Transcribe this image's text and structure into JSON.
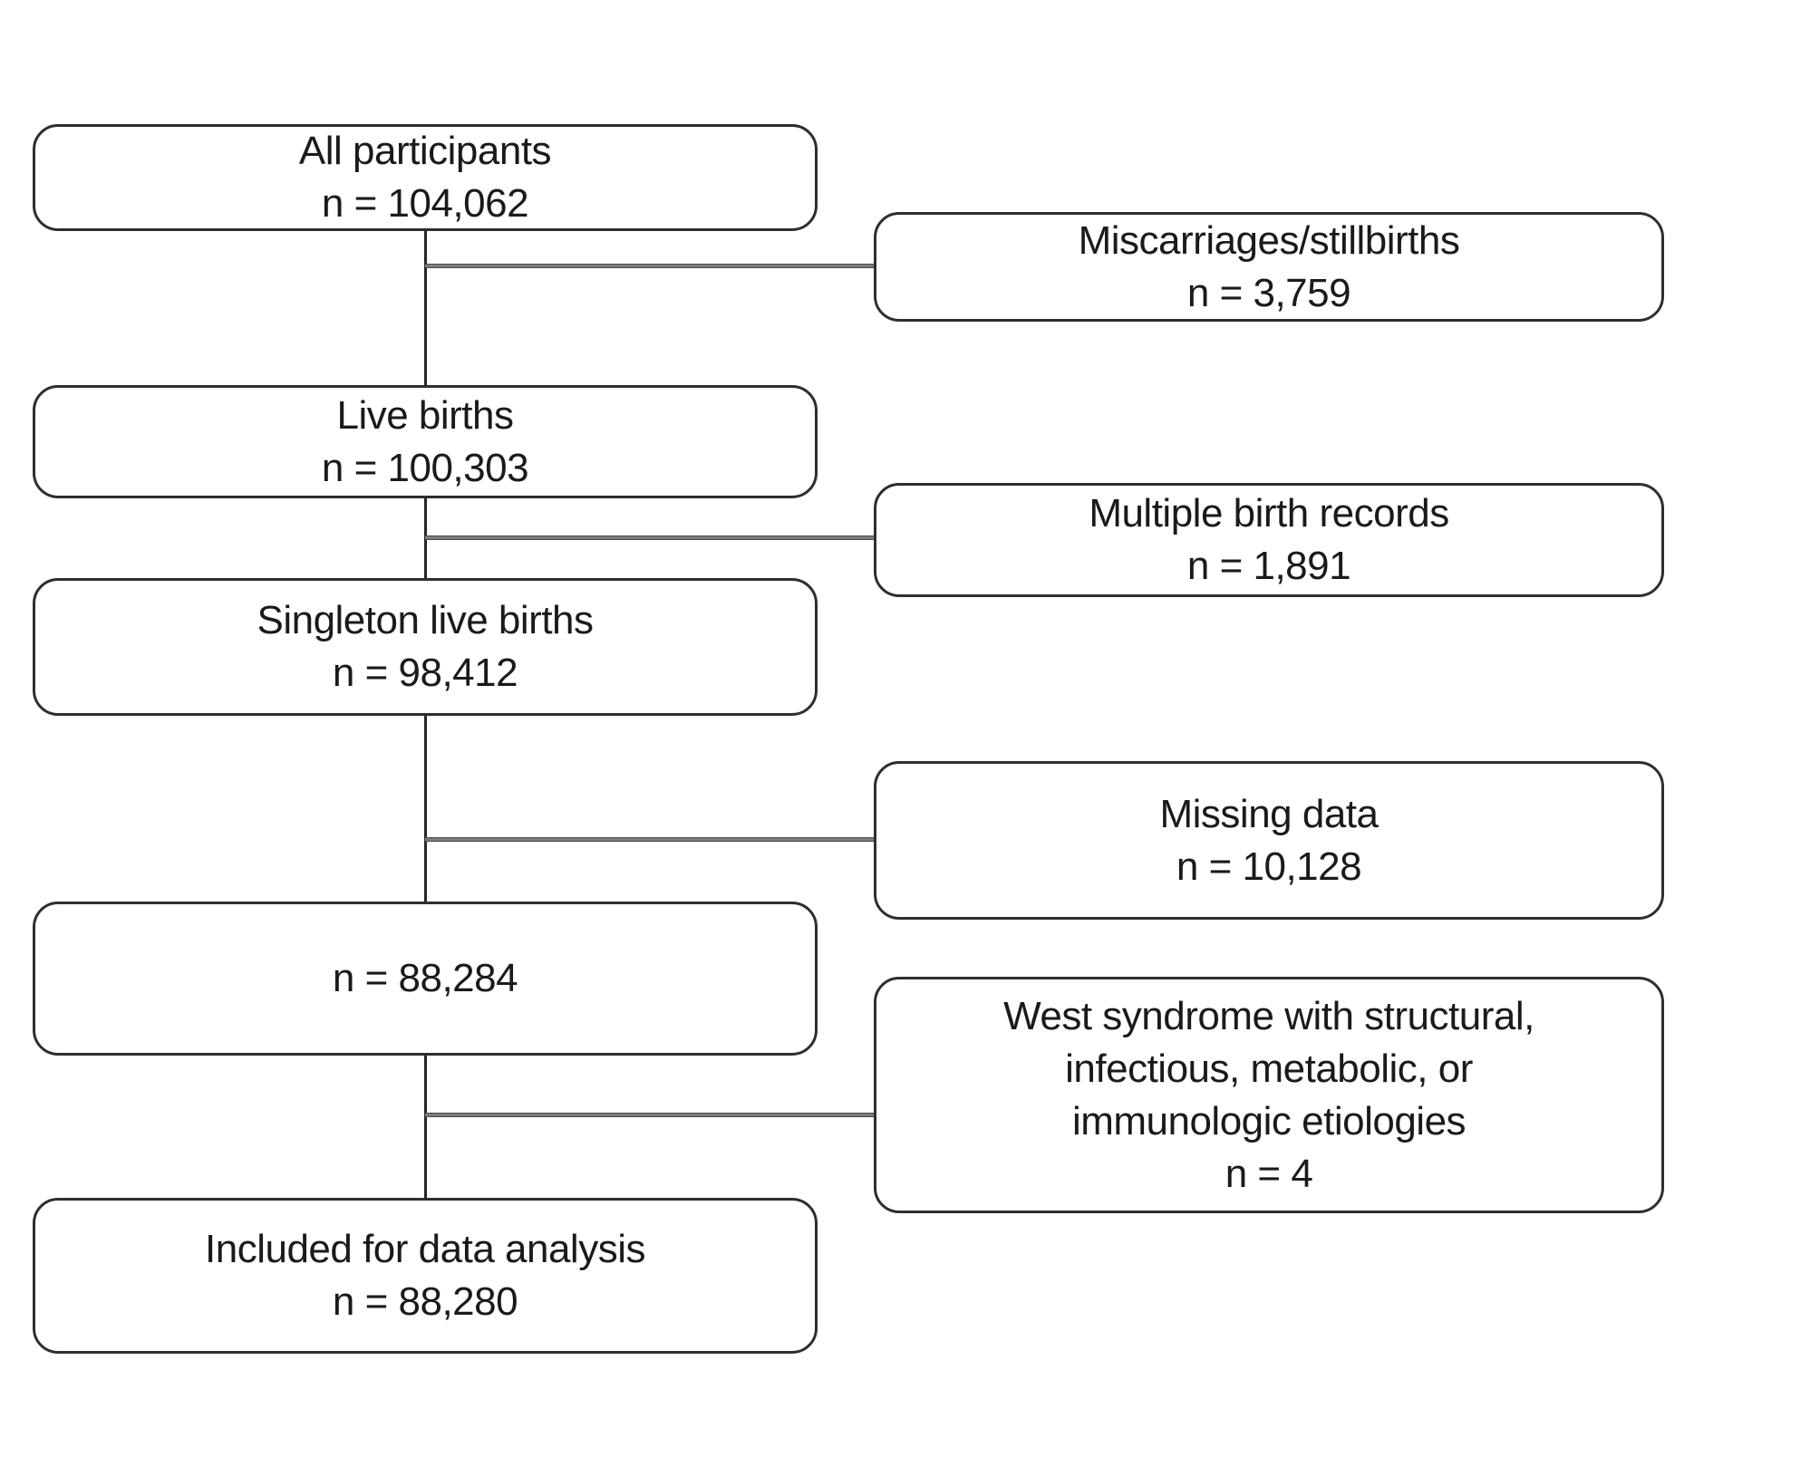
{
  "diagram": {
    "type": "participant-flow-diagram",
    "colors": {
      "background": "#ffffff",
      "box_border": "#2e2e2e",
      "text": "#1a1a1a",
      "vertical_line": "#262626",
      "branch_line": "#7d7d7d"
    },
    "main_flow": [
      {
        "id": "all-participants",
        "lines": [
          "All participants",
          "n = 104,062"
        ]
      },
      {
        "id": "live-births",
        "lines": [
          "Live births",
          "n = 100,303"
        ]
      },
      {
        "id": "singleton-live-births",
        "lines": [
          "Singleton live births",
          "n = 98,412"
        ]
      },
      {
        "id": "cohort-after-exclusions",
        "lines": [
          "n = 88,284"
        ]
      },
      {
        "id": "included-for-analysis",
        "lines": [
          "Included for data analysis",
          "n = 88,280"
        ]
      }
    ],
    "exclusions": [
      {
        "id": "miscarriages-stillbirths",
        "lines": [
          "Miscarriages/stillbirths",
          "n = 3,759"
        ]
      },
      {
        "id": "multiple-birth-records",
        "lines": [
          "Multiple birth records",
          "n = 1,891"
        ]
      },
      {
        "id": "missing-data",
        "lines": [
          "Missing data",
          "n = 10,128"
        ]
      },
      {
        "id": "west-syndrome-etiologies",
        "lines": [
          "West syndrome with structural,",
          "infectious, metabolic, or",
          "immunologic etiologies",
          "n = 4"
        ]
      }
    ]
  }
}
